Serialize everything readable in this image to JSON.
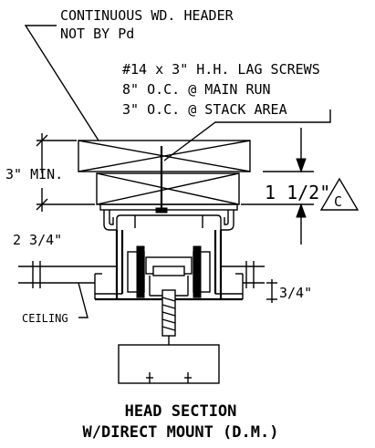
{
  "notes": {
    "header_line1": "CONTINUOUS WD. HEADER",
    "header_line2": "NOT BY Pd",
    "lag_line1": "#14 x 3\" H.H. LAG SCREWS",
    "lag_line2": "8\" O.C. @ MAIN RUN",
    "lag_line3": "3\" O.C. @ STACK AREA"
  },
  "dimensions": {
    "min_depth": "3\" MIN.",
    "rail_height": "1 1/2\"",
    "track_drop": "2 3/4\"",
    "ceiling_gap": "3/4\""
  },
  "labels": {
    "ceiling": "CEILING",
    "detail_tag": "C"
  },
  "caption": {
    "line1": "HEAD SECTION",
    "line2": "W/DIRECT MOUNT (D.M.)"
  }
}
